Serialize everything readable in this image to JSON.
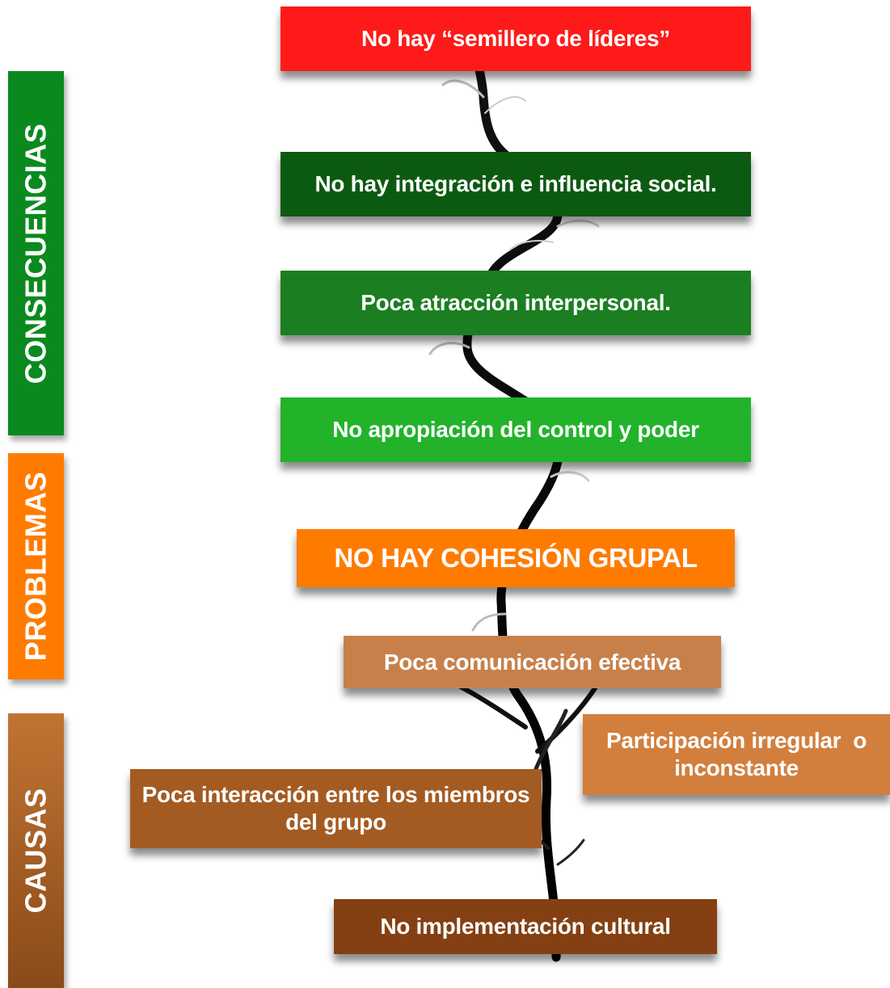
{
  "side_labels": {
    "consecuencias": "CONSECUENCIAS",
    "problemas": "PROBLEMAS",
    "causas": "CAUSAS"
  },
  "boxes": {
    "semillero": "No hay “semillero de líderes”",
    "integracion": "No hay integración e influencia social.",
    "atraccion": "Poca atracción interpersonal.",
    "apropiacion": "No apropiación del control y poder",
    "cohesion": "NO HAY COHESIÓN GRUPAL",
    "comunicacion": "Poca comunicación efectiva",
    "participacion_line1": "Participación irregular  o",
    "participacion_line2": "inconstante",
    "interaccion_line1": "Poca interacción entre los miembros",
    "interaccion_line2": "del grupo",
    "implementacion": "No implementación cultural"
  },
  "colors": {
    "consecuencias": "#0a8a1e",
    "problemas": "#ff7b00",
    "causas": "#a45b22",
    "top_red": "#ff1a1a",
    "trunk": "#111111"
  }
}
